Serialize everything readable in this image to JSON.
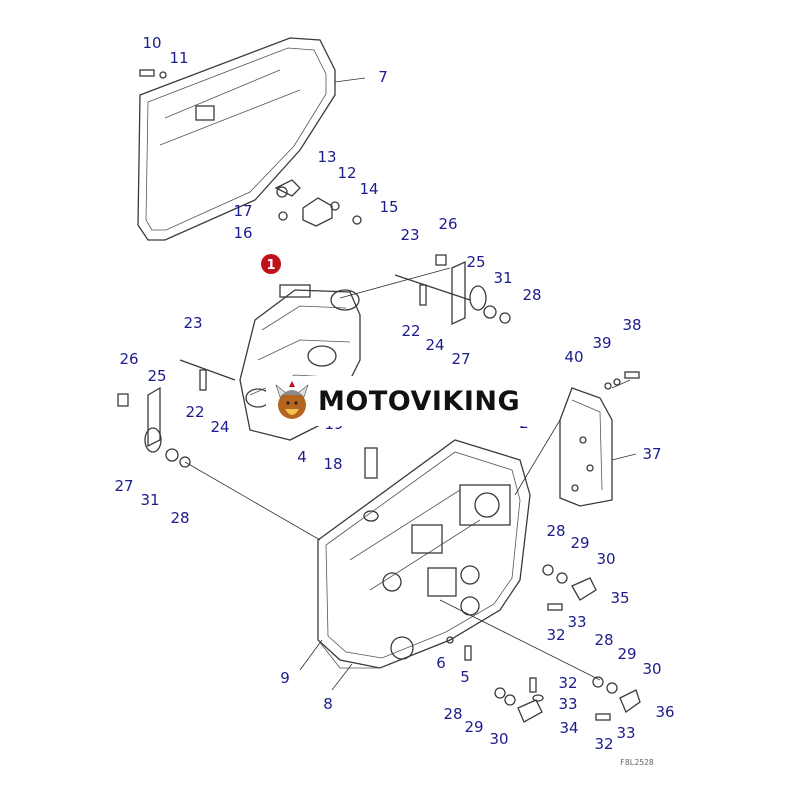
{
  "brand": {
    "name": "MOTOVIKING"
  },
  "drawing_code": "F8L2528",
  "highlight": {
    "label": "1",
    "color": "#c0101a"
  },
  "colors": {
    "callout": "#1c1c8c",
    "line": "#3a3a3a"
  },
  "callouts": [
    {
      "label": "10"
    },
    {
      "label": "11"
    },
    {
      "label": "7"
    },
    {
      "label": "13"
    },
    {
      "label": "12"
    },
    {
      "label": "14"
    },
    {
      "label": "15"
    },
    {
      "label": "17"
    },
    {
      "label": "16"
    },
    {
      "label": "26"
    },
    {
      "label": "23"
    },
    {
      "label": "25"
    },
    {
      "label": "31"
    },
    {
      "label": "28"
    },
    {
      "label": "22"
    },
    {
      "label": "24"
    },
    {
      "label": "27"
    },
    {
      "label": "23"
    },
    {
      "label": "26"
    },
    {
      "label": "25"
    },
    {
      "label": "22"
    },
    {
      "label": "24"
    },
    {
      "label": "38"
    },
    {
      "label": "39"
    },
    {
      "label": "40"
    },
    {
      "label": "19"
    },
    {
      "label": "2"
    },
    {
      "label": "4"
    },
    {
      "label": "37"
    },
    {
      "label": "18"
    },
    {
      "label": "27"
    },
    {
      "label": "31"
    },
    {
      "label": "28"
    },
    {
      "label": "28"
    },
    {
      "label": "29"
    },
    {
      "label": "30"
    },
    {
      "label": "35"
    },
    {
      "label": "32"
    },
    {
      "label": "33"
    },
    {
      "label": "28"
    },
    {
      "label": "29"
    },
    {
      "label": "30"
    },
    {
      "label": "9"
    },
    {
      "label": "6"
    },
    {
      "label": "5"
    },
    {
      "label": "32"
    },
    {
      "label": "33"
    },
    {
      "label": "8"
    },
    {
      "label": "28"
    },
    {
      "label": "29"
    },
    {
      "label": "30"
    },
    {
      "label": "34"
    },
    {
      "label": "36"
    },
    {
      "label": "32"
    },
    {
      "label": "33"
    }
  ]
}
